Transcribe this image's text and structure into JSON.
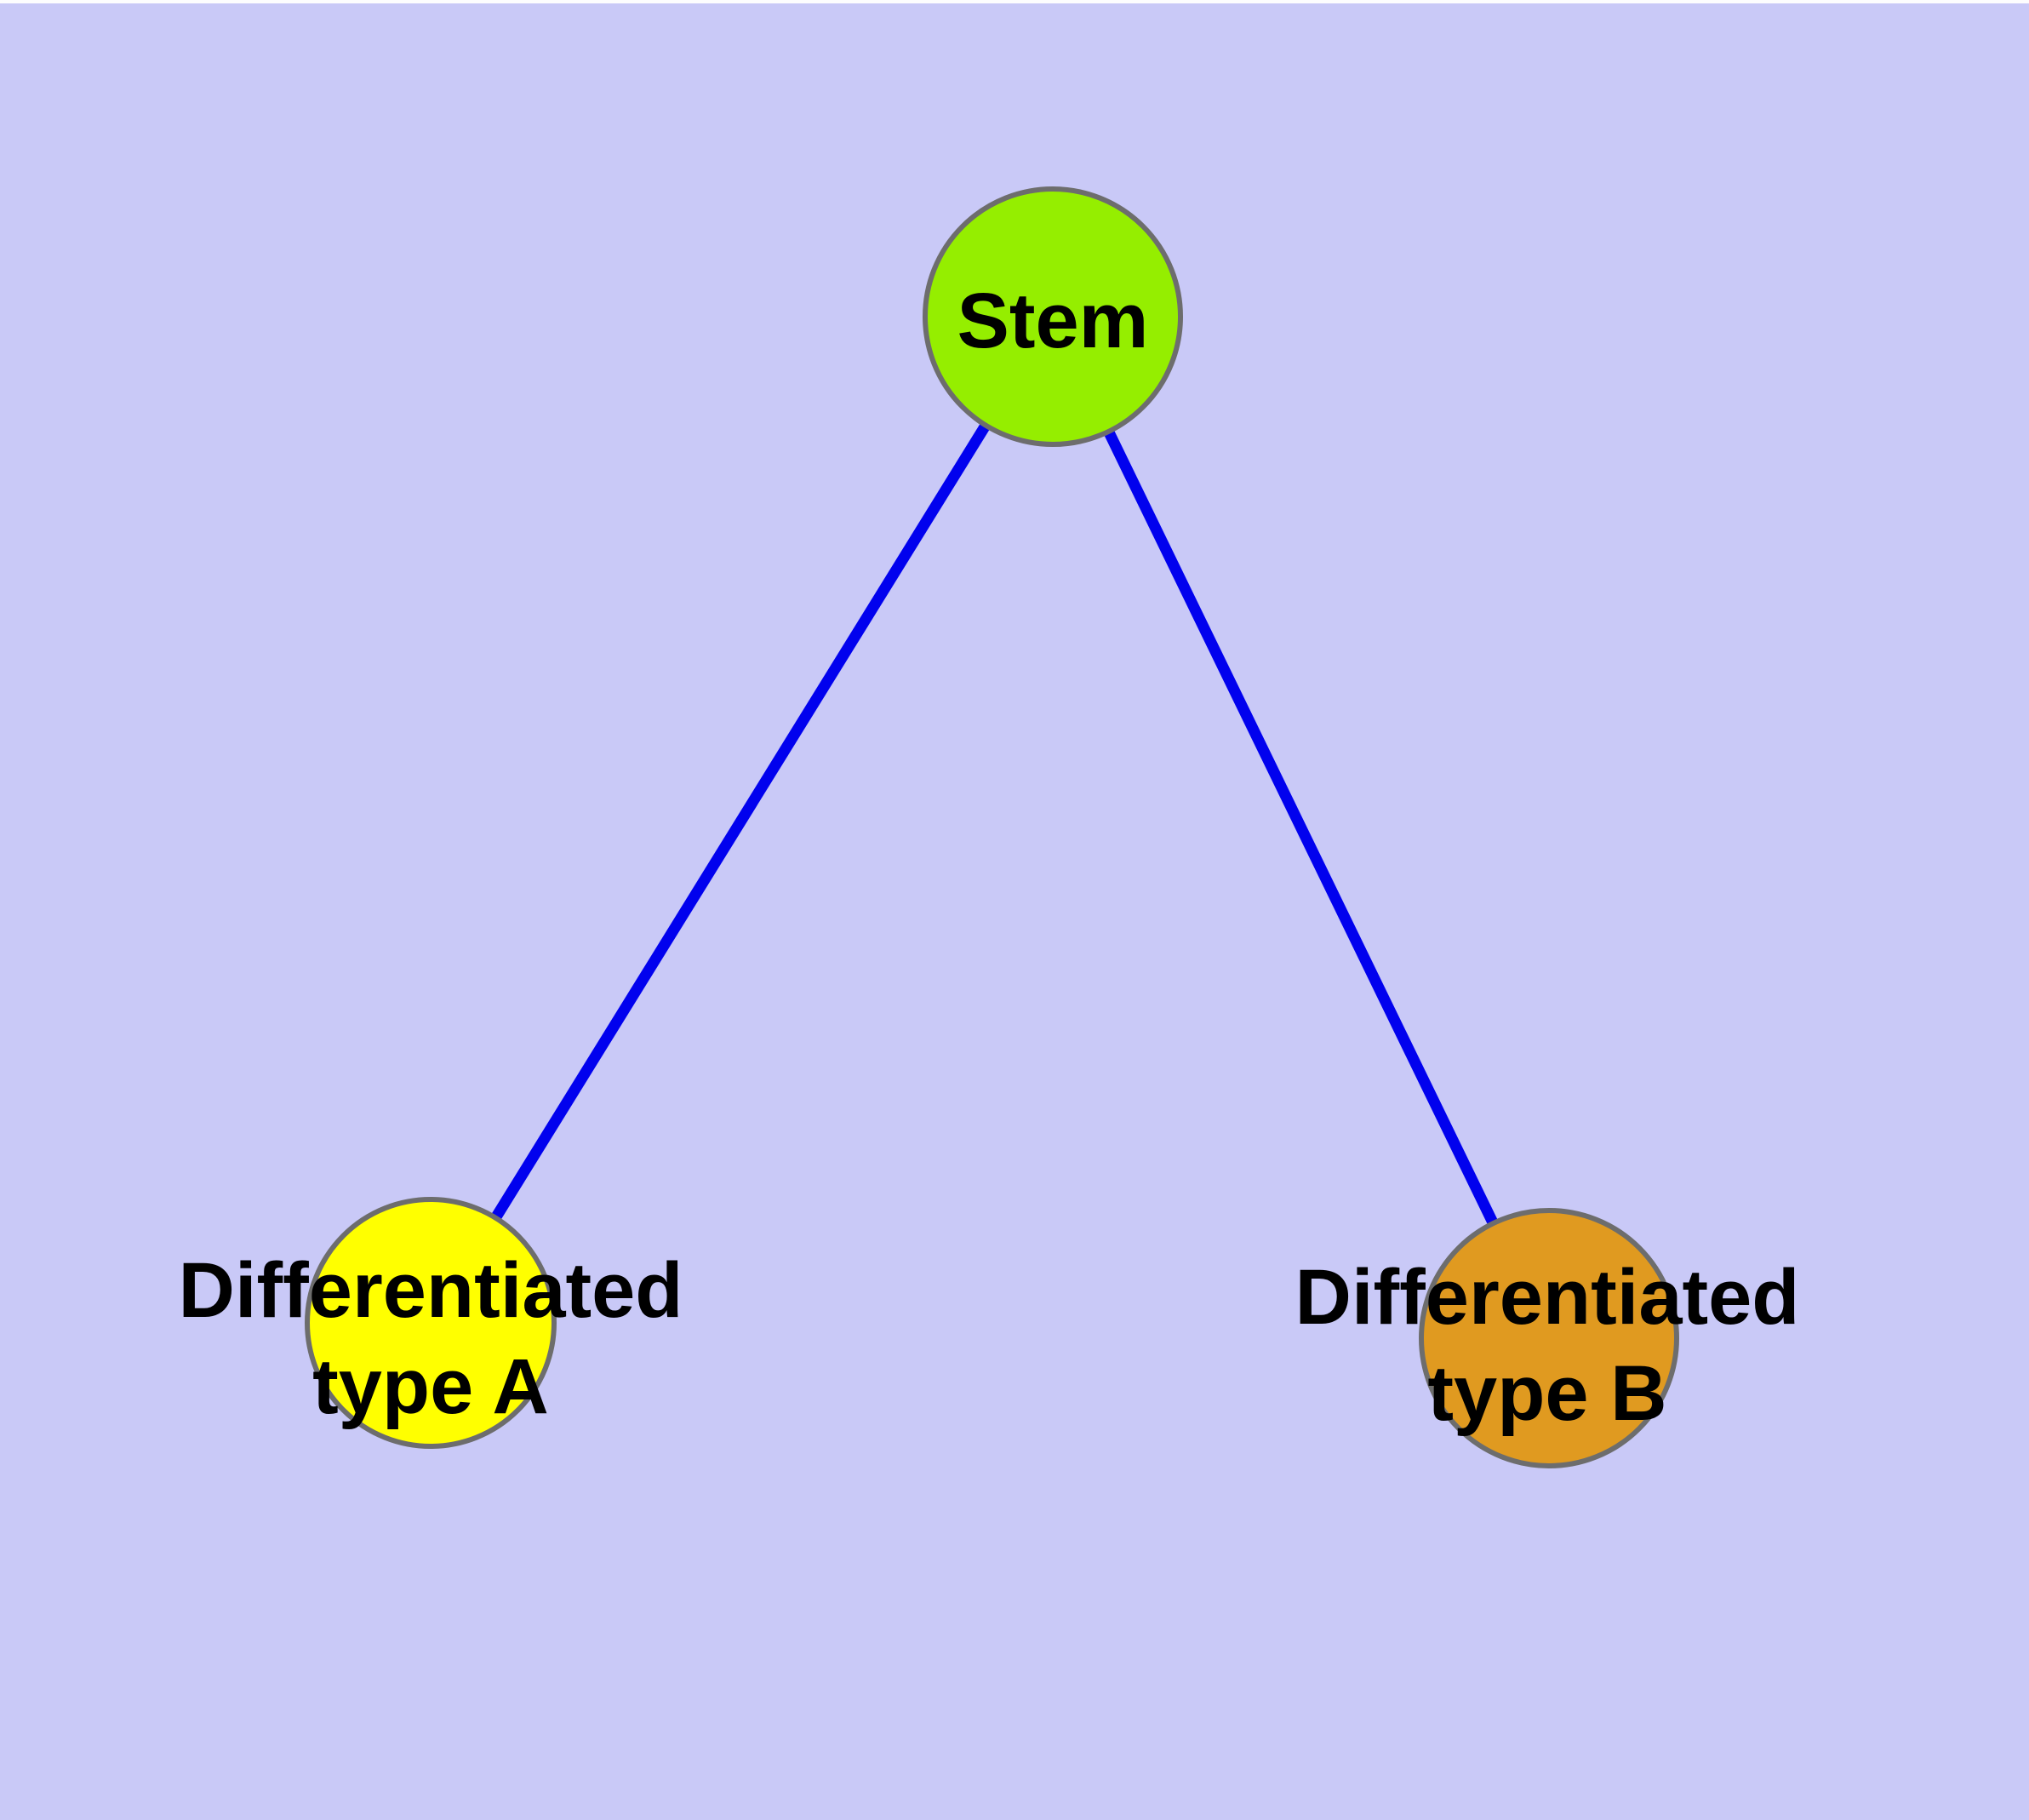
{
  "canvas": {
    "background_color": "#c9c9f7",
    "top_strip_color": "#fdfdfe"
  },
  "diagram": {
    "type": "node-link-tree",
    "edge_color": "#0101ee",
    "node_border_color": "#6d6d6d",
    "label_color": "#000000",
    "nodes": [
      {
        "id": "stem",
        "label": "Stem",
        "fill": "#95ee00"
      },
      {
        "id": "differentiated-type-a",
        "label": "Differentiated type A",
        "label_line1": "Differentiated",
        "label_line2": "type A",
        "fill": "#ffff00"
      },
      {
        "id": "differentiated-type-b",
        "label": "Differentiated type B",
        "label_line1": "Differentiated",
        "label_line2": "type B",
        "fill": "#e09a20"
      }
    ],
    "edges": [
      {
        "from": "stem",
        "to": "differentiated-type-a"
      },
      {
        "from": "stem",
        "to": "differentiated-type-b"
      }
    ]
  }
}
